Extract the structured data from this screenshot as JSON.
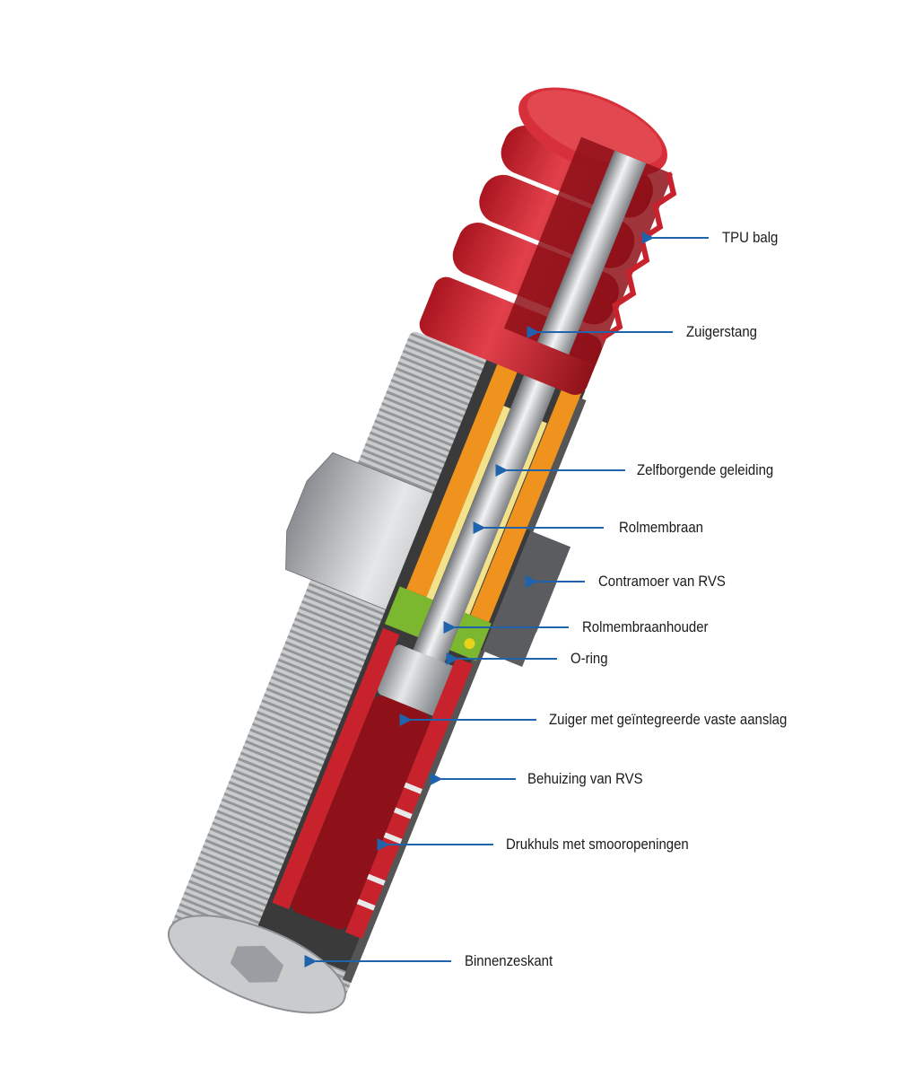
{
  "diagram": {
    "title": "Cutaway of industrial shock absorber",
    "colors": {
      "callout_line": "#1f63ad",
      "bellow_red": "#c8232c",
      "bellow_dark": "#8e1119",
      "steel": "#c9cbcd",
      "steel_dark": "#7d8084",
      "orange_guide": "#f0931e",
      "yellow_membrane": "#f3e28a",
      "green_holder": "#7cb82f",
      "label_text": "#1a1a1a"
    },
    "labels": [
      {
        "id": "tpu-balg",
        "text": "TPU balg"
      },
      {
        "id": "zuigerstang",
        "text": "Zuigerstang"
      },
      {
        "id": "zelfborgende-geleiding",
        "text": "Zelfborgende geleiding"
      },
      {
        "id": "rolmembraan",
        "text": "Rolmembraan"
      },
      {
        "id": "contramoer",
        "text": "Contramoer van RVS"
      },
      {
        "id": "rolmembraanhouder",
        "text": "Rolmembraanhouder"
      },
      {
        "id": "o-ring",
        "text": "O-ring"
      },
      {
        "id": "zuiger",
        "text": "Zuiger met geïntegreerde vaste aanslag"
      },
      {
        "id": "behuizing",
        "text": "Behuizing van RVS"
      },
      {
        "id": "drukhuls",
        "text": "Drukhuls met smooropeningen"
      },
      {
        "id": "binnenzeskant",
        "text": "Binnenzeskant"
      }
    ]
  }
}
